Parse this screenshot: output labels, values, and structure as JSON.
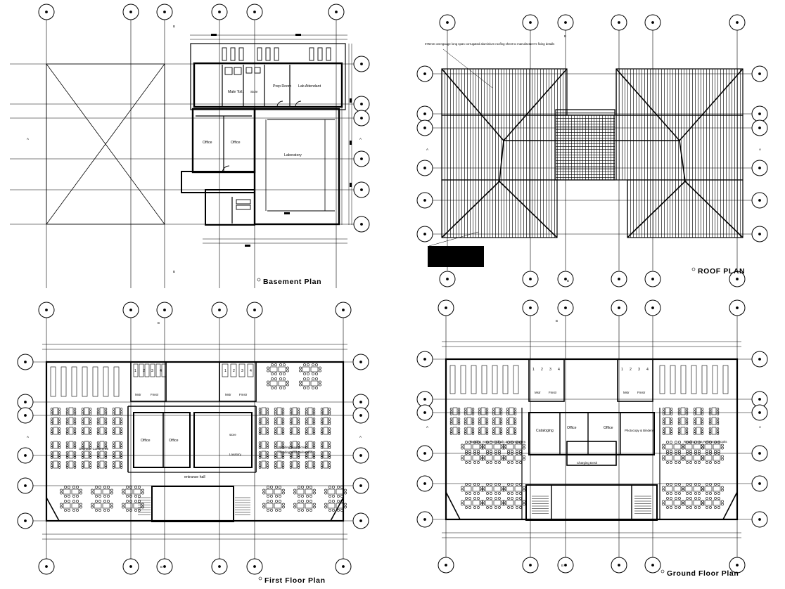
{
  "drawing": {
    "plans": [
      {
        "id": "basement",
        "title": "Basement Plan"
      },
      {
        "id": "roof",
        "title": "ROOF PLAN"
      },
      {
        "id": "first",
        "title": "First Floor Plan"
      },
      {
        "id": "ground",
        "title": "Ground Floor Plan"
      }
    ],
    "basement": {
      "rooms": [
        "Male Toil.",
        "Prep Room",
        "Lab Attendant",
        "Office",
        "Office",
        "Laboratory",
        "Store"
      ],
      "section_a": "A",
      "section_b": "B"
    },
    "roof": {
      "note": "075mm ovengauge long span corrugated aluminium roofing sheet to manufacturer's fixing details",
      "section_a": "A",
      "section_b": "B"
    },
    "first": {
      "rooms": [
        "Office",
        "Office",
        "entrance hall",
        "store",
        "Lavatory",
        "Mstr",
        "Fmstr",
        "Offgroup/ Conference",
        "Reading area Fiction",
        "Reading area Reference"
      ],
      "stall_numbers": [
        "1",
        "2",
        "3",
        "4"
      ],
      "section_a": "A",
      "section_b": "B"
    },
    "ground": {
      "rooms": [
        "Cataloging",
        "Office",
        "Office",
        "Photocopy & Bindery",
        "Charging Desk",
        "Reading Area Periodicals & Newspapers",
        "Reading Area Reference Books",
        "Mstr",
        "Fmstr"
      ],
      "stall_numbers": [
        "1",
        "2",
        "3",
        "4"
      ],
      "section_a": "A",
      "section_b": "B"
    }
  }
}
